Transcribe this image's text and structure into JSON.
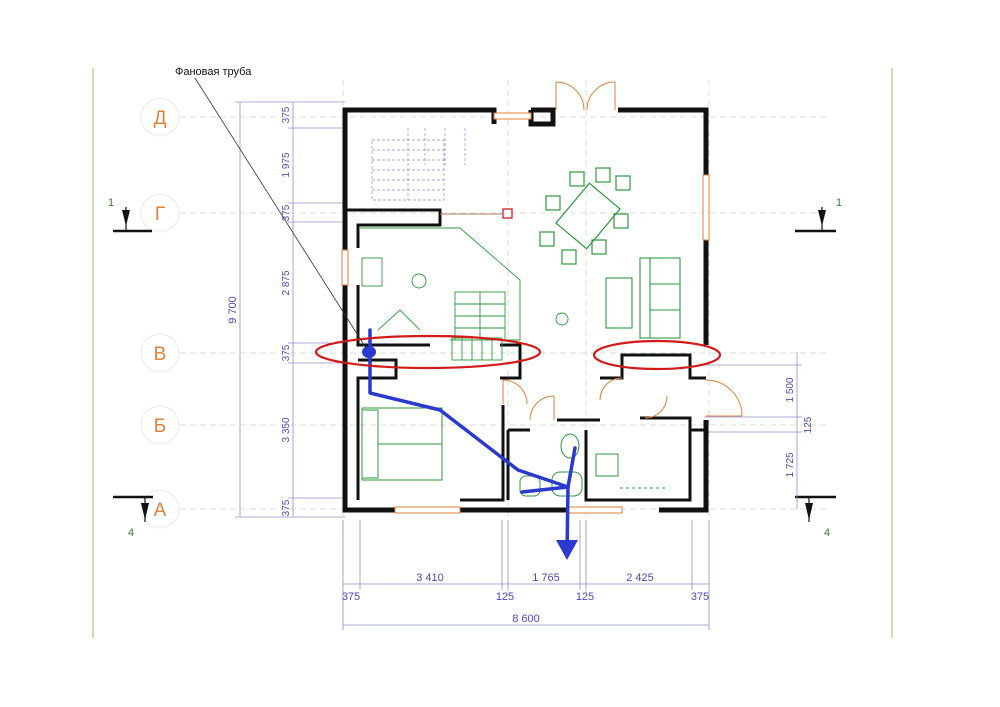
{
  "annotation": {
    "pipe_label": "Фановая труба"
  },
  "axes": [
    {
      "id": "D",
      "letter": "Д"
    },
    {
      "id": "G",
      "letter": "Г"
    },
    {
      "id": "V",
      "letter": "В"
    },
    {
      "id": "B",
      "letter": "Б"
    },
    {
      "id": "A",
      "letter": "А"
    }
  ],
  "section_marks": {
    "top_left": "1",
    "top_right": "1",
    "bottom_left": "4",
    "bottom_right": "4"
  },
  "left_dims": {
    "total": "9 700",
    "d1": "375",
    "d2": "1 975",
    "d3": "375",
    "d4": "2 875",
    "d5": "375",
    "d6": "3 350",
    "d7": "375"
  },
  "right_dims": {
    "r1": "1 500",
    "r2": "125",
    "r3": "1 725"
  },
  "bottom_dims": {
    "a1": "3 410",
    "a2": "1 765",
    "a3": "2 425",
    "b1": "375",
    "b2": "125",
    "b3": "125",
    "b4": "375",
    "total": "8 600"
  },
  "colors": {
    "wall": "#111111",
    "furniture": "#2e9a3e",
    "stairs": "#8a8ad0",
    "door": "#e0813a",
    "pipe": "#2a3ad0",
    "highlight": "#d11a1a",
    "dimension": "#4a4ab8",
    "axis": "#e0813a",
    "frame": "#9acb6a"
  }
}
